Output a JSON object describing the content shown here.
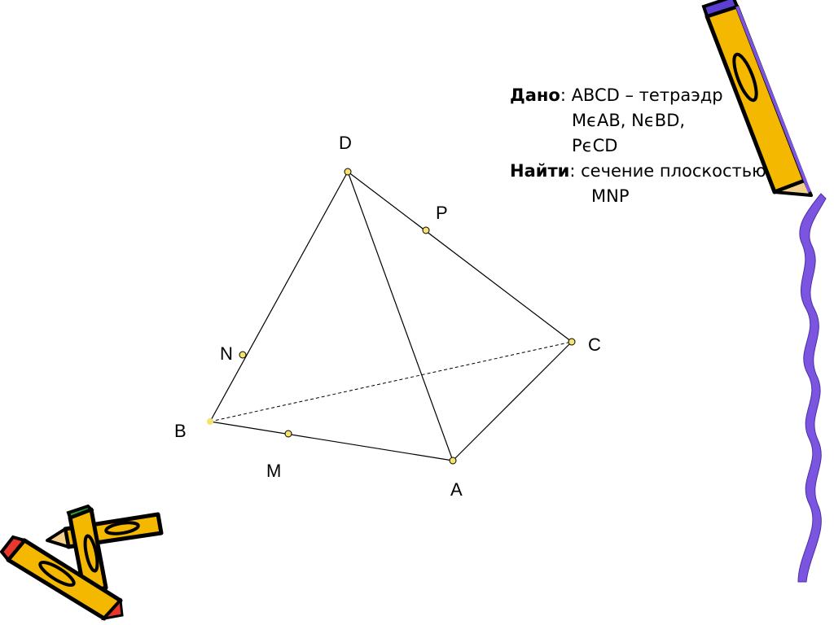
{
  "given": {
    "dano_label": "Дано",
    "dano_text": ": ABCD – тетраэдр",
    "cond_1": "MϵAB, NϵBD,",
    "cond_2": "PϵCD",
    "najti_label": "Найти",
    "najti_text": ": сечение плоскостью",
    "plane_name": "MNP"
  },
  "diagram": {
    "vertex_labels": {
      "D": "D",
      "P": "P",
      "C": "C",
      "N": "N",
      "B": "B",
      "M": "M",
      "A": "A"
    },
    "point_color": "#f5e36b",
    "hidden_edge": "BC"
  },
  "decorations": {
    "pencil_body_color": "#f5b800",
    "pencil_tip_color": "#e8372c",
    "eraser_color": "#26a53a",
    "border_wave_color": "#7b55e0",
    "icons": [
      "pencil-top-right-icon",
      "pencils-bottom-left-icon",
      "purple-wave-border"
    ]
  }
}
